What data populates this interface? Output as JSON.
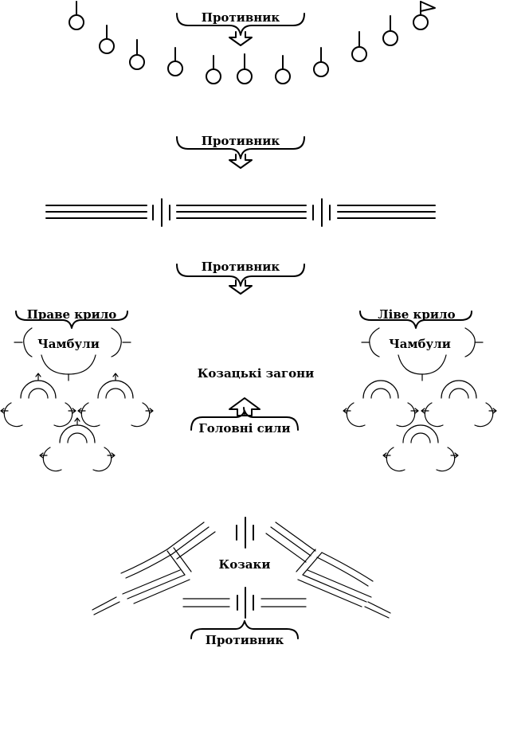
{
  "colors": {
    "ink": "#000000",
    "background": "#ffffff"
  },
  "formation1": {
    "enemy_label": "Противник"
  },
  "formation2": {
    "enemy_label": "Противник"
  },
  "formation3": {
    "enemy_label": "Противник",
    "right_wing_label": "Праве крило",
    "left_wing_label": "Ліве крило",
    "chambuly_label_right": "Чамбули",
    "chambuly_label_left": "Чамбули",
    "cossack_detachments_label": "Козацькі загони",
    "main_forces_label": "Головні сили"
  },
  "formation4": {
    "cossacks_label": "Козаки",
    "enemy_label": "Противник"
  }
}
